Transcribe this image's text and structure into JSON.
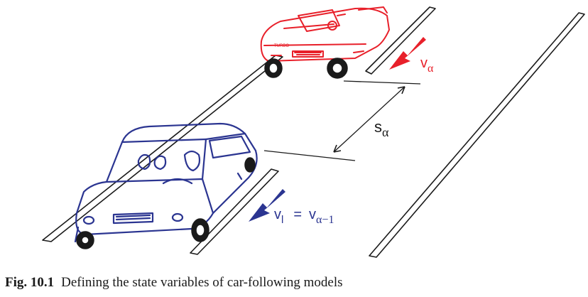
{
  "figure": {
    "leader_velocity": {
      "base": "v",
      "sub": "α"
    },
    "gap": {
      "base": "s",
      "sub": "α"
    },
    "follower_velocity": {
      "base": "v",
      "sub": "l",
      "eq": "=",
      "base2": "v",
      "sub2": "α−1"
    },
    "colors": {
      "leader_car": "#e8202a",
      "follower_car": "#2b3591",
      "ink": "#1a1a1a",
      "leader_arrow": "#e8202a",
      "follower_arrow": "#2b3591"
    },
    "leader_plate": "TURBO"
  },
  "caption": {
    "number": "Fig. 10.1",
    "text": "Defining the state variables of car-following models"
  }
}
